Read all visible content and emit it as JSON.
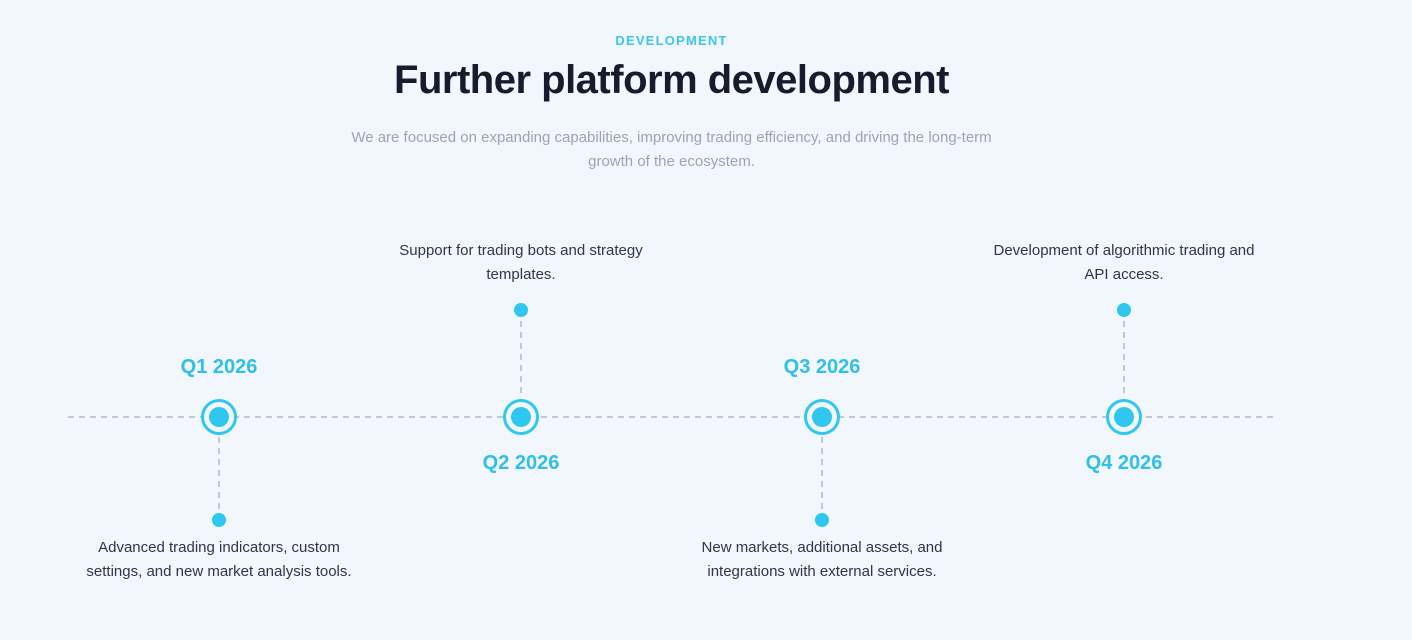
{
  "section": {
    "eyebrow": "DEVELOPMENT",
    "title": "Further platform development",
    "subtitle": "We are focused on expanding capabilities, improving trading efficiency, and driving the long-term growth of the ecosystem."
  },
  "timeline": {
    "milestones": [
      {
        "label": "Q1 2026",
        "description": "Advanced trading indicators, custom settings, and new market analysis tools.",
        "description_position": "below"
      },
      {
        "label": "Q2 2026",
        "description": "Support for trading bots and strategy templates.",
        "description_position": "above"
      },
      {
        "label": "Q3 2026",
        "description": "New markets, additional assets, and integrations with external services.",
        "description_position": "below"
      },
      {
        "label": "Q4 2026",
        "description": "Development of algorithmic trading and API access.",
        "description_position": "above"
      }
    ]
  },
  "colors": {
    "accent_cyan": "#2fc7ef",
    "background": "#f2f6fd",
    "heading_text": "#181a2e",
    "subtitle_text": "#9ba4b4",
    "body_text": "#303548",
    "dashed_line": "#c2c7d1"
  }
}
